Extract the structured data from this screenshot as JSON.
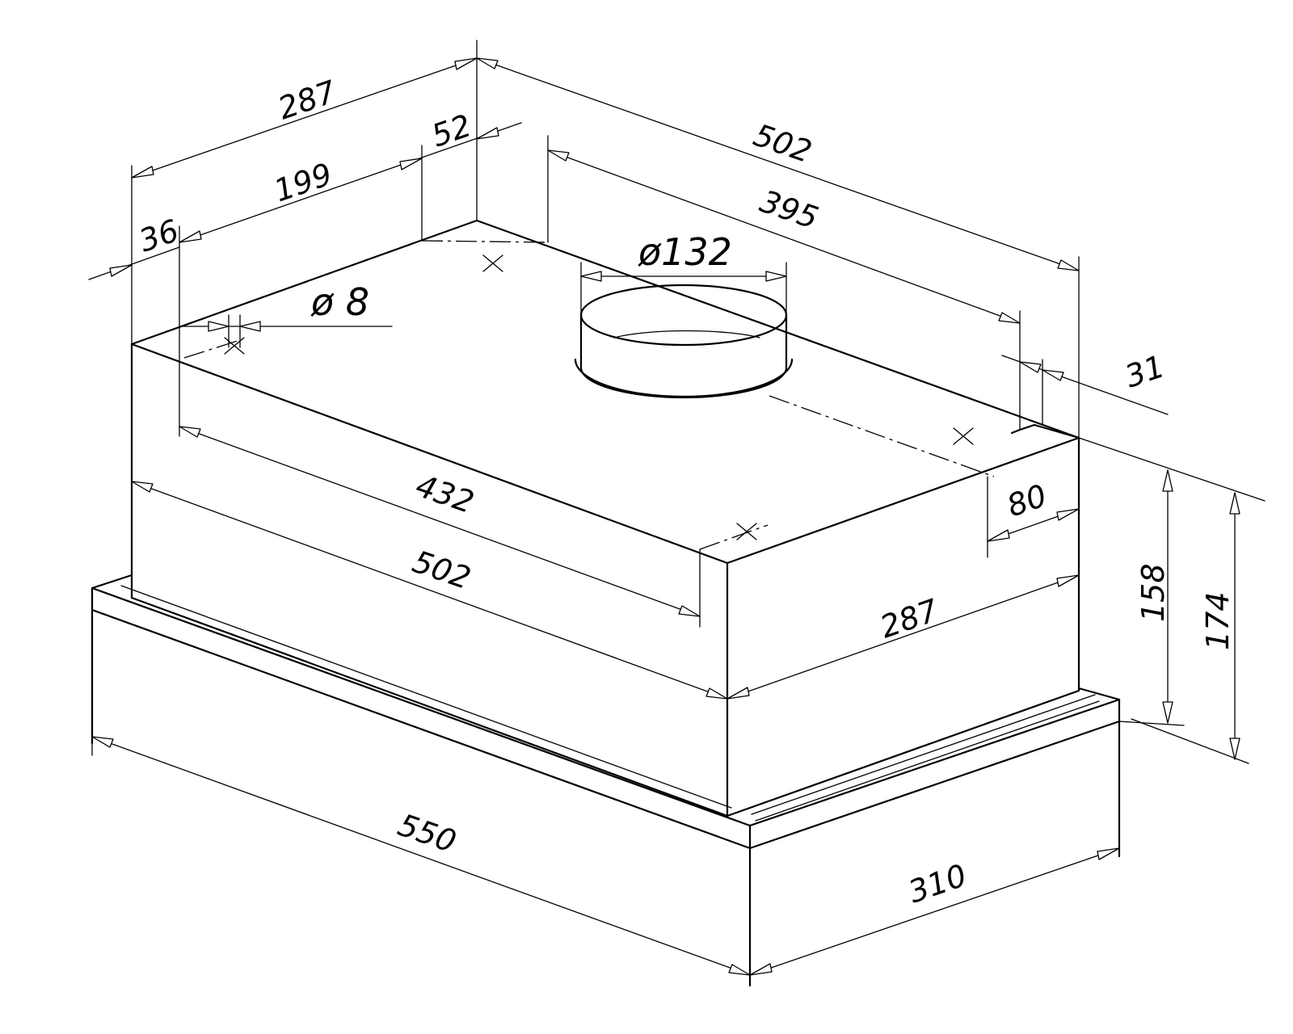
{
  "dimensions": {
    "depth_top_total": "287",
    "duct_offset_left": "52",
    "hole_spacing_depth": "199",
    "hole_offset_edge": "36",
    "width_top_total": "502",
    "hole_spacing_width": "395",
    "duct_diameter": "ø132",
    "hole_diameter": "ø  8",
    "hole_offset_right": "31",
    "hole_spacing_front": "432",
    "width_front": "502",
    "back_inset": "80",
    "depth_side": "287",
    "height_body": "158",
    "height_total": "174",
    "width_bottom": "550",
    "depth_bottom": "310"
  }
}
